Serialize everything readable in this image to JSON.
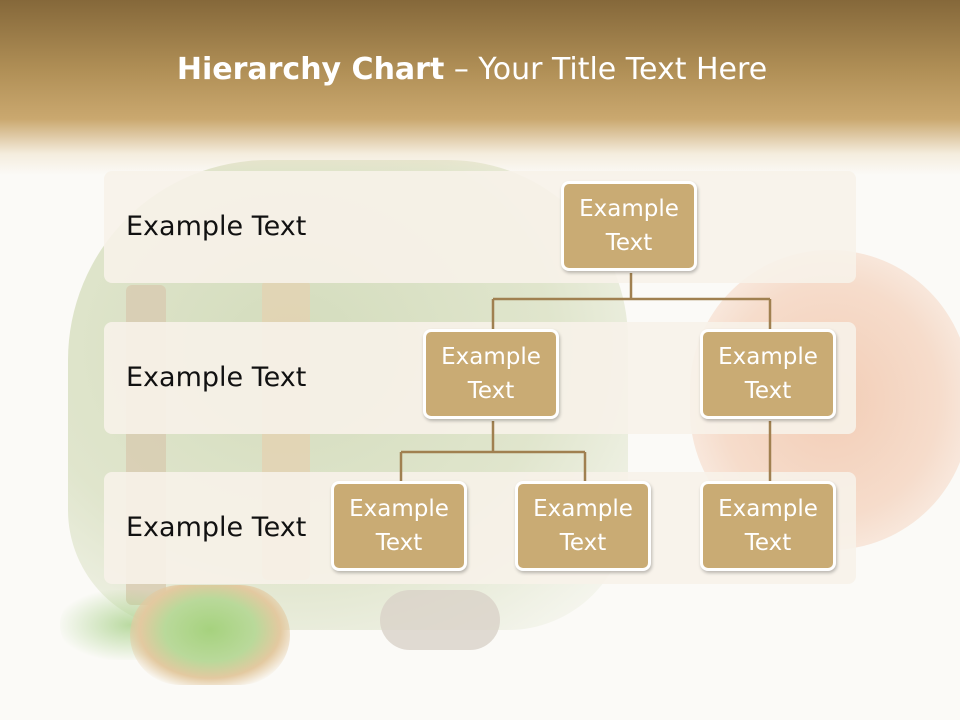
{
  "slide": {
    "title_bold": "Hierarchy Chart",
    "title_rest": " – Your Title Text Here"
  },
  "rows": [
    {
      "label": "Example Text"
    },
    {
      "label": "Example Text"
    },
    {
      "label": "Example Text"
    }
  ],
  "nodes": {
    "root": "Example Text",
    "level2_left": "Example Text",
    "level2_right": "Example Text",
    "level3_left": "Example Text",
    "level3_middle": "Example Text",
    "level3_right": "Example Text"
  },
  "colors": {
    "node_fill": "#c9ab74",
    "connector": "#a08050",
    "header": "#b08f56"
  }
}
